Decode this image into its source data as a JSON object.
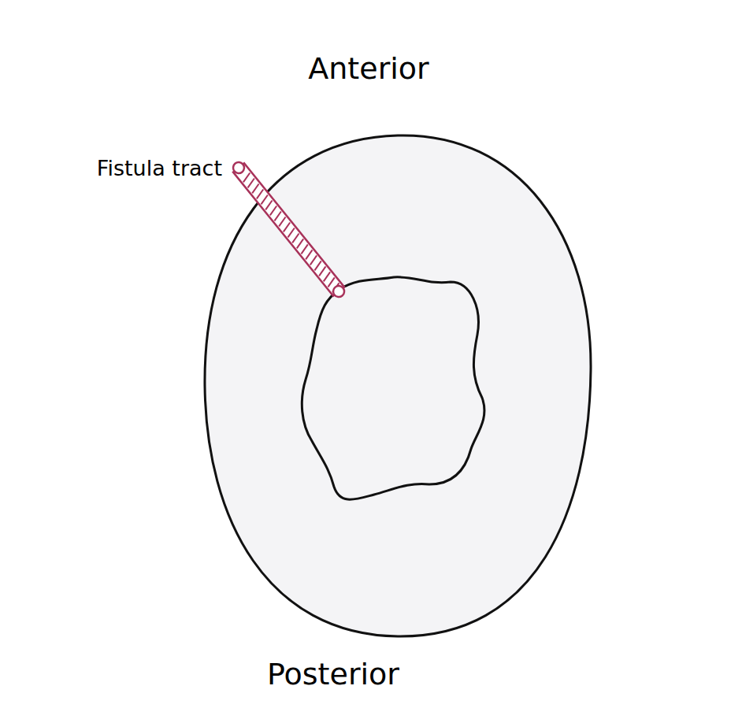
{
  "diagram": {
    "labels": [
      "Anterior",
      "Fistula tract",
      "Posterior"
    ]
  }
}
